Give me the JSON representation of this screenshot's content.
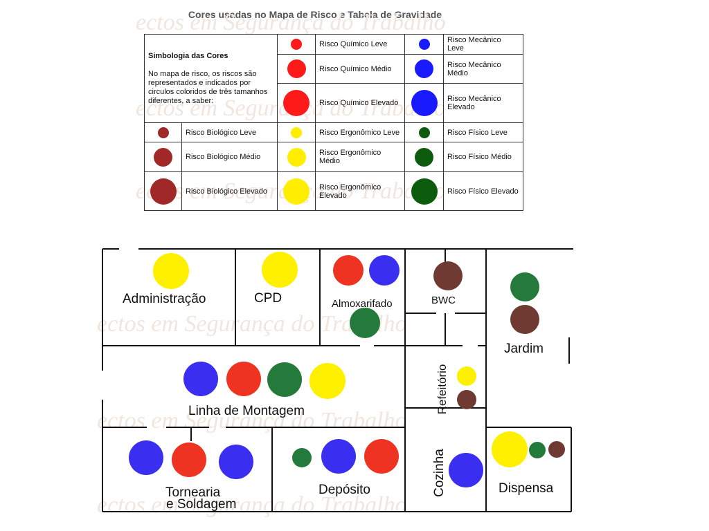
{
  "title": "Cores usadas no Mapa de Risco e Tabela de Gravidade",
  "watermark": "ectos em Segurança do Trabalho",
  "colors": {
    "quimico": "#ff1a1a",
    "mecanico": "#1a1aff",
    "biologico": "#a02828",
    "ergonomico": "#ffee00",
    "fisico": "#0d5c0d",
    "plan_red": "#ee3322",
    "plan_blue": "#3a2ff0",
    "plan_green": "#237a3a",
    "plan_yellow": "#fff000",
    "plan_brown": "#6e3a32"
  },
  "legend": {
    "intro_title": "Simbologia das Cores",
    "intro_text": "No mapa de risco, os riscos são representados e indicados por circulos coloridos de três tamanhos diferentes, a saber:",
    "quimico": [
      "Risco Químico Leve",
      "Risco Químico Médio",
      "Risco Químico Elevado"
    ],
    "mecanico": [
      "Risco Mecânico Leve",
      "Risco Mecânico Médio",
      "Risco Mecânico Elevado"
    ],
    "biologico": [
      "Risco Biológico Leve",
      "Risco Biológico Médio",
      "Risco Biológico Elevado"
    ],
    "ergonomico": [
      "Risco Ergonômico Leve",
      "Risco Ergonômico Médio",
      "Risco Ergonômico Elevado"
    ],
    "fisico": [
      "Risco Físico Leve",
      "Risco Físico Médio",
      "Risco Físico Elevado"
    ]
  },
  "rooms": {
    "administracao": "Administração",
    "cpd": "CPD",
    "almoxarifado": "Almoxarifado",
    "bwc": "BWC",
    "jardim": "Jardim",
    "linha_montagem": "Linha de Montagem",
    "refeitorio": "Refeitório",
    "tornearia_1": "Tornearia",
    "tornearia_2": "e Soldagem",
    "deposito": "Depósito",
    "cozinha": "Cozinha",
    "dispensa": "Dispensa"
  }
}
